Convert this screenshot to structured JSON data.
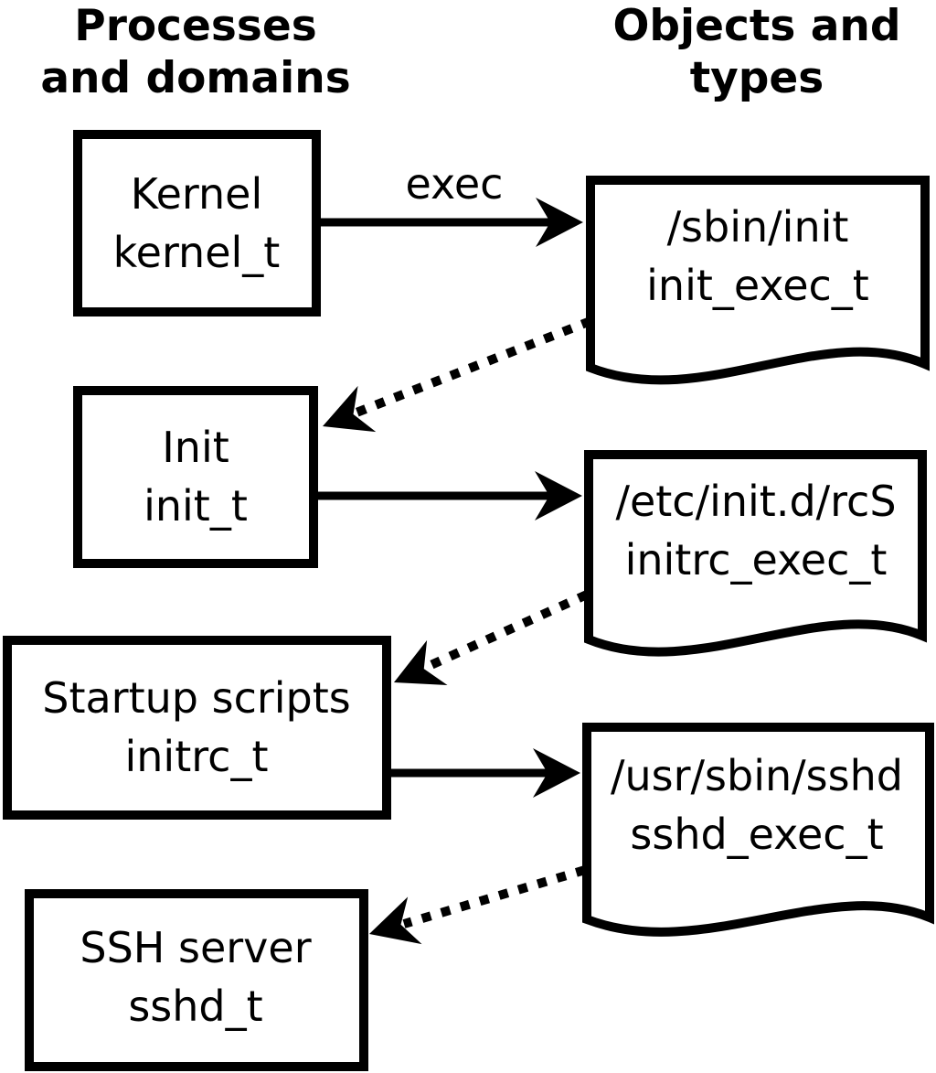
{
  "diagram": {
    "column_headers": {
      "left": {
        "line1": "Processes",
        "line2": "and domains"
      },
      "right": {
        "line1": "Objects and",
        "line2": "types"
      }
    },
    "process_boxes": [
      {
        "label": "Kernel",
        "domain": "kernel_t"
      },
      {
        "label": "Init",
        "domain": "init_t"
      },
      {
        "label": "Startup scripts",
        "domain": "initrc_t"
      },
      {
        "label": "SSH server",
        "domain": "sshd_t"
      }
    ],
    "object_documents": [
      {
        "path": "/sbin/init",
        "type": "init_exec_t"
      },
      {
        "path": "/etc/init.d/rcS",
        "type": "initrc_exec_t"
      },
      {
        "path": "/usr/sbin/sshd",
        "type": "sshd_exec_t"
      }
    ],
    "arrow_label": "exec",
    "colors": {
      "ink": "#000000",
      "background": "#ffffff"
    }
  }
}
